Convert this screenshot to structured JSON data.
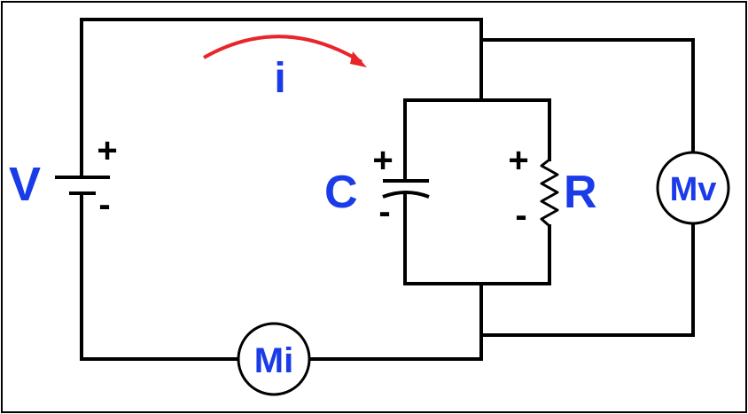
{
  "labels": {
    "source": "V",
    "current": "i",
    "capacitor": "C",
    "resistor": "R",
    "voltmeter": "Mv",
    "ammeter": "Mi",
    "plus": "+",
    "minus": "-"
  },
  "colors": {
    "wire": "#000000",
    "label": "#1a3be8",
    "current_arrow": "#e8262a",
    "background": "#ffffff"
  }
}
